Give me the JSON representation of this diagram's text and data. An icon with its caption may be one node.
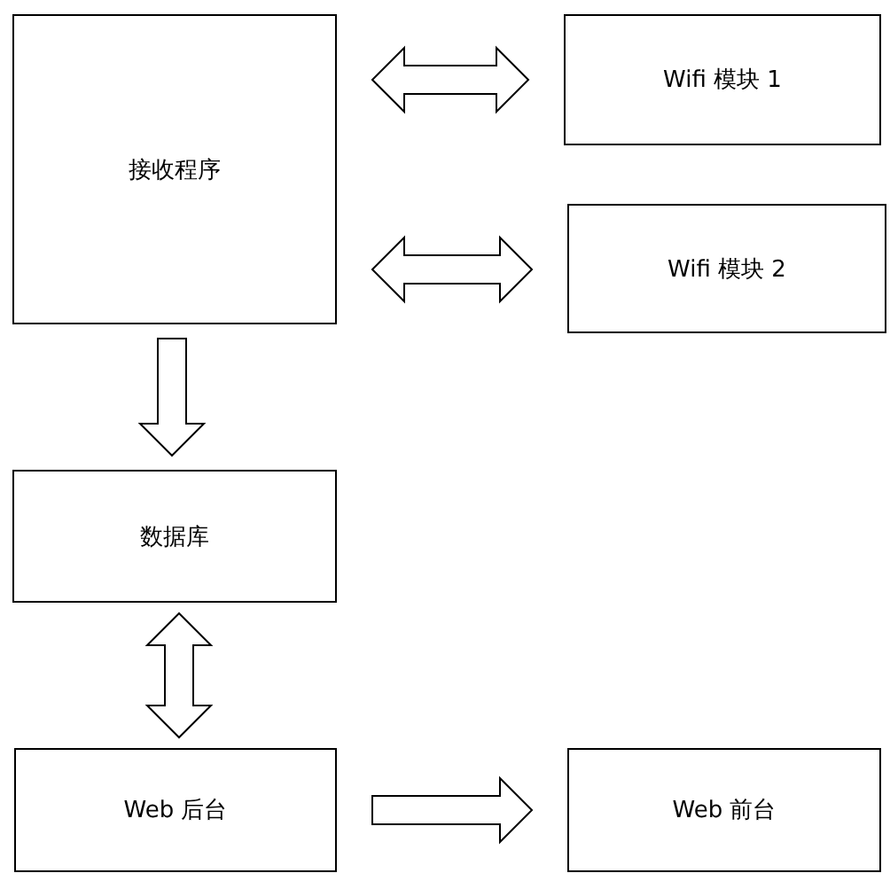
{
  "diagram": {
    "nodes": [
      {
        "text": [
          "接收程序"
        ]
      },
      {
        "text": [
          "Wifi 模块 1"
        ]
      },
      {
        "text": [
          "Wifi 模块 2"
        ]
      },
      {
        "text": [
          "数据库"
        ]
      },
      {
        "text": [
          "Web 后台"
        ]
      },
      {
        "text": [
          "Web 前台"
        ]
      }
    ],
    "edges": [
      {
        "from": 0,
        "to": 1,
        "arrow": "both"
      },
      {
        "from": 0,
        "to": 2,
        "arrow": "both"
      },
      {
        "from": 0,
        "to": 3,
        "arrow": "to"
      },
      {
        "from": 3,
        "to": 4,
        "arrow": "both"
      },
      {
        "from": 4,
        "to": 5,
        "arrow": "to"
      }
    ]
  }
}
